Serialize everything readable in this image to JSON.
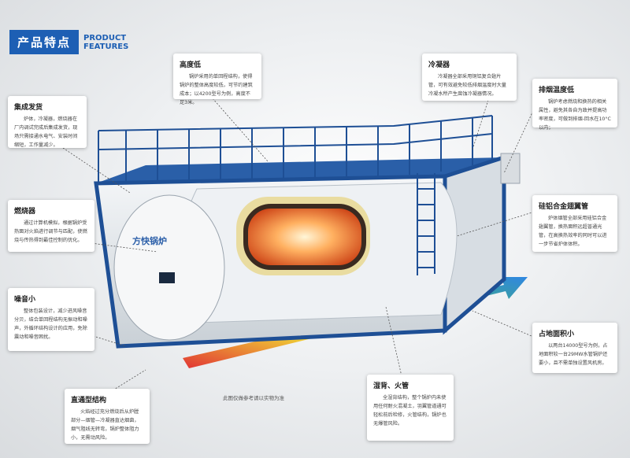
{
  "header": {
    "title_zh": "产品特点",
    "title_en": "PRODUCT FEATURES"
  },
  "logo_text": "方快锅炉",
  "colors": {
    "brand_blue": "#1d5fb4",
    "container_blue": "#1e4f95",
    "arrow_start": "#e02020",
    "arrow_end": "#1a7be0"
  },
  "callouts": {
    "height": {
      "title": "高度低",
      "body": "锅炉采用的单回程结构，使得锅炉的整体高度较低，可节约建筑成本；以4200型号为例，高度不足3米。"
    },
    "condenser": {
      "title": "冷凝器",
      "body": "冷凝器全部采用铜铝复合翅片管，可有效避免较低排烟温度时大量冷凝水所产生腐蚀冷凝器情况。"
    },
    "exhaust": {
      "title": "排烟温度低",
      "body": "锅炉考虑燃烧和换热的相关属性，避免其各自为政并提高功率密度，可做到排烟-回水在10°C以内；"
    },
    "integrated": {
      "title": "集成发货",
      "body": "炉体，冷凝器，燃烧器在厂内调试完成后集成发货，现场只需接通水电气、安装时间缩短，工作量减少。"
    },
    "burner": {
      "title": "燃烧器",
      "body": "通过计算机模拟，根据锅炉受热面对火焰进行调节与匹配，使燃烧与传热得到最佳控制的优化。"
    },
    "fin_tube": {
      "title": "硅铝合金翅翼管",
      "body": "炉体烟管全部采用硅铝合金翅翼管，换热面积远超普通光管，在高换热效率的同时可以进一步节省炉体体积。"
    },
    "noise": {
      "title": "噪音小",
      "body": "整体包装设计，减少进风噪音分贝，结合单回程结构无振动和噪声，外循环结构设计的应用，免除震动和噪音困扰。"
    },
    "footprint": {
      "title": "占地面积小",
      "body": "以两台14000型号为例，占地面积较一台29MW水管锅炉还要小，且不需单独设置风机房。"
    },
    "straight": {
      "title": "直通型结构",
      "body": "火焰经过充分燃烧后从炉膛部分—烟管—冷凝器直达烟囱，烟气阻线无转弯，锅炉整体阻力小，无需动风险。"
    },
    "wet_back": {
      "title": "湿背、火管",
      "body": "全湿背结构，整个锅炉内未使用任何耐火混凝土，羽翼管道通可轻松前后检修，火管结构，锅炉也无爆管风险。"
    }
  },
  "note": "此图仅做参考请以实物为准"
}
